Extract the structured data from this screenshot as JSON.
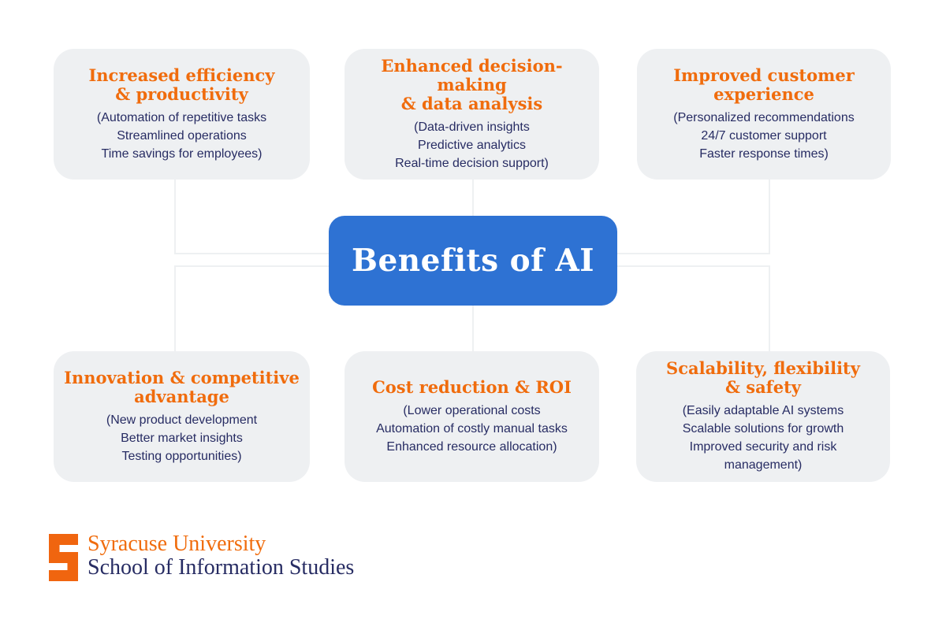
{
  "title_card": {
    "label": "Benefits of AI"
  },
  "benefit_boxes": [
    {
      "position": "top-left",
      "title": "Increased efficiency\n& productivity",
      "details": "(Automation of repetitive tasks\nStreamlined operations\nTime savings for employees)"
    },
    {
      "position": "top-center",
      "title": "Enhanced decision-making\n& data analysis",
      "details": "(Data-driven insights\nPredictive analytics\nReal-time decision support)"
    },
    {
      "position": "top-right",
      "title": "Improved customer\nexperience",
      "details": "(Personalized recommendations\n24/7 customer support\nFaster response times)"
    },
    {
      "position": "bottom-left",
      "title": "Innovation & competitive\nadvantage",
      "details": "(New product development\nBetter market insights\nTesting opportunities)"
    },
    {
      "position": "bottom-center",
      "title": "Cost reduction & ROI",
      "details": "(Lower operational costs\nAutomation of costly manual tasks\nEnhanced resource allocation)"
    },
    {
      "position": "bottom-right",
      "title": "Scalability, flexibility\n& safety",
      "details": "(Easily adaptable AI systems\nScalable solutions for growth\nImproved security and risk\nmanagement)"
    }
  ],
  "footer": {
    "logo_icon": "syracuse-block-s",
    "org_name": "Syracuse University",
    "org_division": "School of Information Studies"
  },
  "colors": {
    "center_blue": "#2e72d3",
    "heading_orange": "#f06c0d",
    "body_navy": "#272c63",
    "box_gray": "#eef0f2",
    "connector_gray": "#eef0f2",
    "logo_orange": "#f0650f",
    "background": "#ffffff"
  }
}
